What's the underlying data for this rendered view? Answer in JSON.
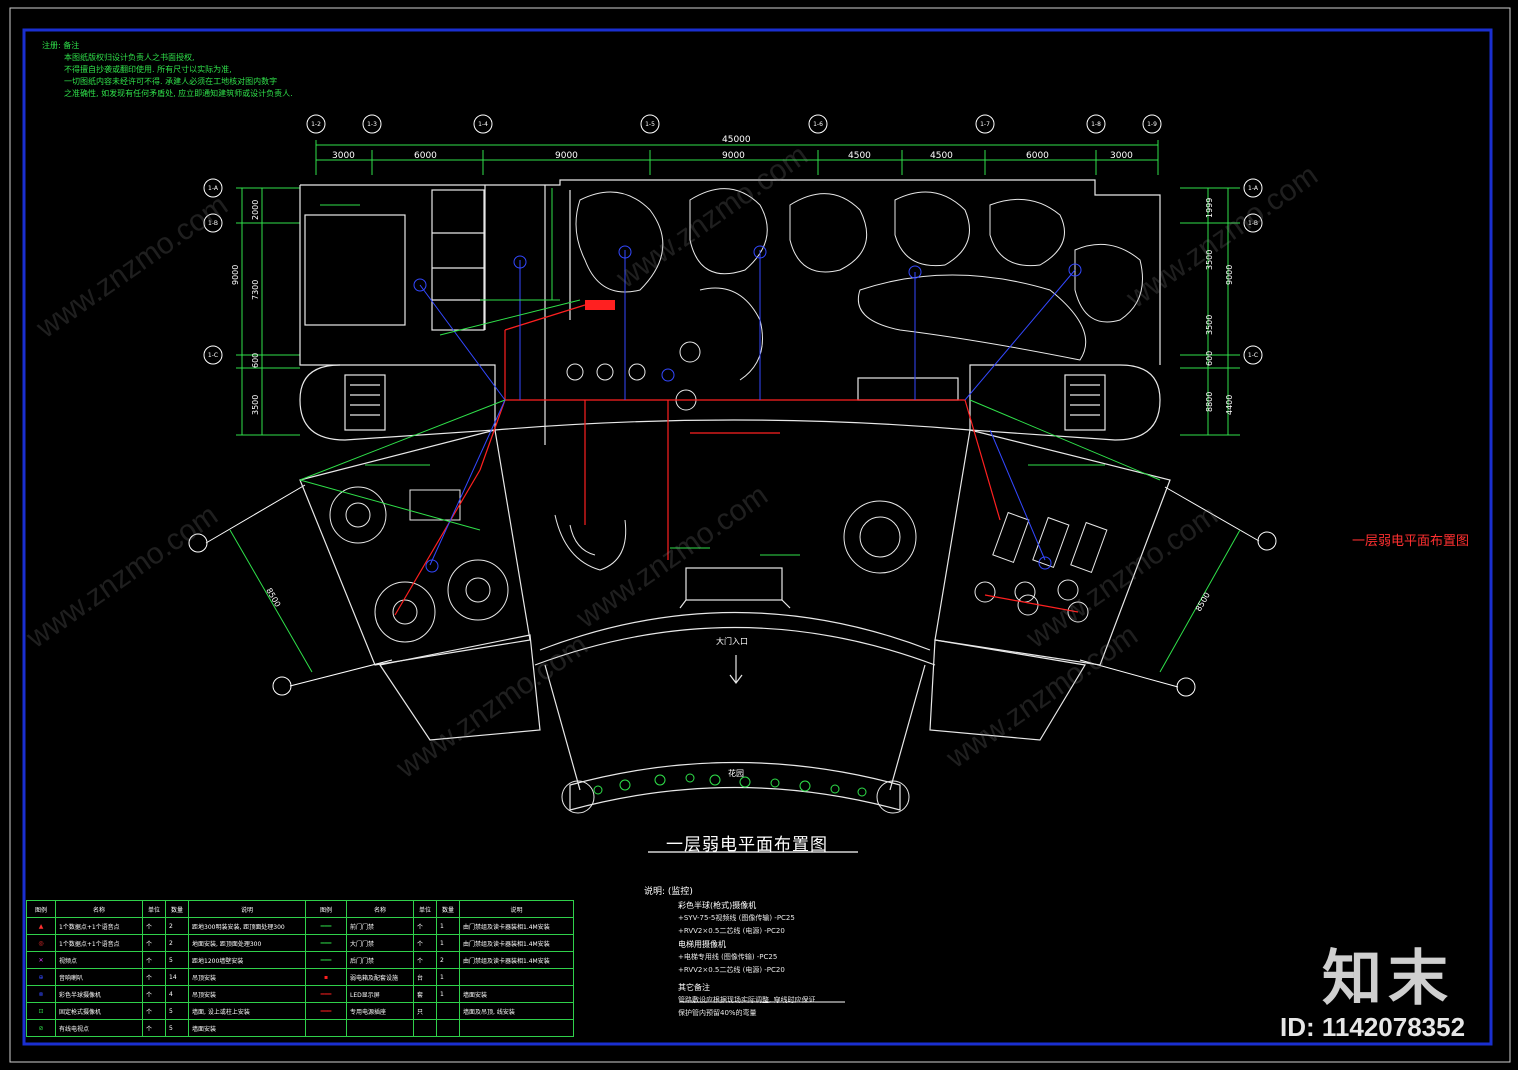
{
  "notes": {
    "title": "注册: 备注",
    "lines": [
      "本图纸版权归设计负责人之书面授权,",
      "不得擅自抄袭或翻印使用. 所有尺寸以实际为准,",
      "一切图纸内容未经许可不得. 承建人必须在工地核对图内数字",
      "之准确性, 如发现有任何矛盾处, 应立即通知建筑师或设计负责人."
    ]
  },
  "axes_top": [
    "1-2",
    "1-3",
    "1-4",
    "1-5",
    "1-6",
    "1-7",
    "1-8",
    "1-9"
  ],
  "axes_left": [
    "1-A",
    "1-B",
    "1-C"
  ],
  "dimensions_top": [
    "3000",
    "6000",
    "9000",
    "9000",
    "4500",
    "4500",
    "6000",
    "3000"
  ],
  "dimension_total": "45000",
  "dimensions_left": [
    "2000",
    "9000",
    "7300",
    "600",
    "3500"
  ],
  "dimensions_right": [
    "1999",
    "3500",
    "9000",
    "3500",
    "600",
    "8800",
    "4400"
  ],
  "dim_left_wing": "8500",
  "dim_right_wing": "8500",
  "labels": {
    "entrance": "大门入口",
    "garden": "花园"
  },
  "title_main": "一层弱电平面布置图",
  "title_side": "一层弱电平面布置图",
  "description": {
    "heading": "说明: (监控)",
    "group1": "彩色半球(枪式)摄像机",
    "g1_lines": [
      "+SYV-75-5视频线 (图像传输) -PC25",
      "+RVV2×0.5二芯线 (电源) -PC20"
    ],
    "group2": "电梯用摄像机",
    "g2_lines": [
      "+电梯专用线 (图像传输) -PC25",
      "+RVV2×0.5二芯线 (电源) -PC20"
    ],
    "other_heading": "其它备注",
    "other_lines": [
      "管路敷设应根据现场实际调整, 穿线时应保证",
      "保护管内预留40%的弯量"
    ]
  },
  "legend": {
    "headers": [
      "图例",
      "名称",
      "单位",
      "数量",
      "说明",
      "图例",
      "名称",
      "单位",
      "数量",
      "说明"
    ],
    "rows": [
      [
        "▲",
        "1个数据点+1个语音点",
        "个",
        "2",
        "距地300明装安装, 距顶面处理300",
        "━━━",
        "前门门禁",
        "个",
        "1",
        "由门禁组及读卡器装相1.4M安装"
      ],
      [
        "◎",
        "1个数据点+1个语音点",
        "个",
        "2",
        "地面安装, 距顶面处理300",
        "━━━",
        "大门门禁",
        "个",
        "1",
        "由门禁组及读卡器装相1.4M安装"
      ],
      [
        "✕",
        "视频点",
        "个",
        "5",
        "距地1200墙壁安装",
        "━━━",
        "后门门禁",
        "个",
        "2",
        "由门禁组及读卡器装相1.4M安装"
      ],
      [
        "⊕",
        "音响喇叭",
        "个",
        "14",
        "吊顶安装",
        "▪",
        "弱电箱及配套设施",
        "台",
        "1",
        ""
      ],
      [
        "⊗",
        "彩色半球摄像机",
        "个",
        "4",
        "吊顶安装",
        "━━━",
        "LED显示屏",
        "套",
        "1",
        "墙面安装"
      ],
      [
        "⊡",
        "固定枪式摄像机",
        "个",
        "5",
        "墙面, 设上或柱上安装",
        "═══",
        "专用电源插座",
        "只",
        "",
        "墙面及吊顶, 线安装"
      ],
      [
        "⊘",
        "有线电视点",
        "个",
        "5",
        "墙面安装",
        "",
        "",
        "",
        "",
        ""
      ]
    ]
  },
  "logo": "知末",
  "logo_id": "ID: 1142078352",
  "watermark": "www.znzmo.com",
  "colors": {
    "frame": "#1a2fd0",
    "wall": "#e8e8e8",
    "dim": "#2fe04a",
    "red": "#ff2020",
    "blue": "#3348ff",
    "magenta": "#e040ff",
    "cyan": "#00d8ff"
  }
}
